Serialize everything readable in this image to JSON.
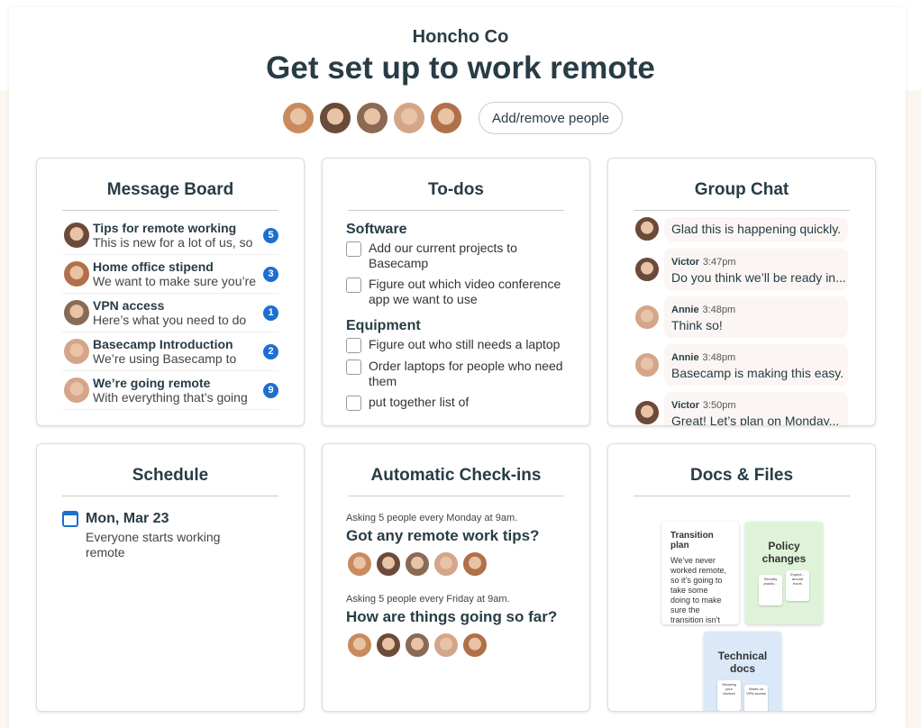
{
  "header": {
    "org": "Honcho Co",
    "title": "Get set up to work remote",
    "add_people": "Add/remove people"
  },
  "avatar_colors": [
    "#c98a5e",
    "#6b4a3a",
    "#8a6a55",
    "#d5a58a",
    "#b0704a"
  ],
  "message_board": {
    "title": "Message Board",
    "items": [
      {
        "title": "Tips for remote working",
        "excerpt": "This is new for a lot of us, so",
        "count": "5"
      },
      {
        "title": "Home office stipend",
        "excerpt": "We want to make sure you’re",
        "count": "3"
      },
      {
        "title": "VPN access",
        "excerpt": "Here’s what you need to do",
        "count": "1"
      },
      {
        "title": "Basecamp Introduction",
        "excerpt": "We’re using Basecamp to",
        "count": "2"
      },
      {
        "title": "We’re going remote",
        "excerpt": "With everything that’s going",
        "count": "9"
      }
    ]
  },
  "todos": {
    "title": "To-dos",
    "lists": [
      {
        "name": "Software",
        "items": [
          "Add our current projects to Basecamp",
          "Figure out which video conference app we want to use"
        ]
      },
      {
        "name": "Equipment",
        "items": [
          "Figure out who still needs a laptop",
          "Order laptops for people who need them",
          "put together list of"
        ]
      }
    ]
  },
  "group_chat": {
    "title": "Group Chat",
    "messages": [
      {
        "author": "",
        "time": "",
        "text": "Glad this is happening quickly."
      },
      {
        "author": "Victor",
        "time": "3:47pm",
        "text": "Do you think we’ll be ready in..."
      },
      {
        "author": "Annie",
        "time": "3:48pm",
        "text": "Think so!"
      },
      {
        "author": "Annie",
        "time": "3:48pm",
        "text": "Basecamp is making this easy."
      },
      {
        "author": "Victor",
        "time": "3:50pm",
        "text": "Great! Let’s plan on Monday..."
      }
    ]
  },
  "schedule": {
    "title": "Schedule",
    "date": "Mon, Mar 23",
    "event": "Everyone starts working remote"
  },
  "checkins": {
    "title": "Automatic Check-ins",
    "items": [
      {
        "ask": "Asking 5 people every Monday at 9am.",
        "question": "Got any remote work tips?"
      },
      {
        "ask": "Asking 5 people every Friday at 9am.",
        "question": "How are things going so far?"
      }
    ]
  },
  "docs": {
    "title": "Docs & Files",
    "doc": {
      "title": "Transition plan",
      "body": "We’ve never worked remote, so it’s going to take some doing to make sure the transition isn’t too painful."
    },
    "folders": [
      {
        "title": "Policy changes",
        "color": "#dff3d9",
        "subs": [
          "Security practic...",
          "Expect... around hours"
        ]
      },
      {
        "title": "Technical docs",
        "color": "#dbe8f8",
        "subs": [
          "Securing your devices",
          "Notes on VPN access"
        ]
      }
    ]
  }
}
